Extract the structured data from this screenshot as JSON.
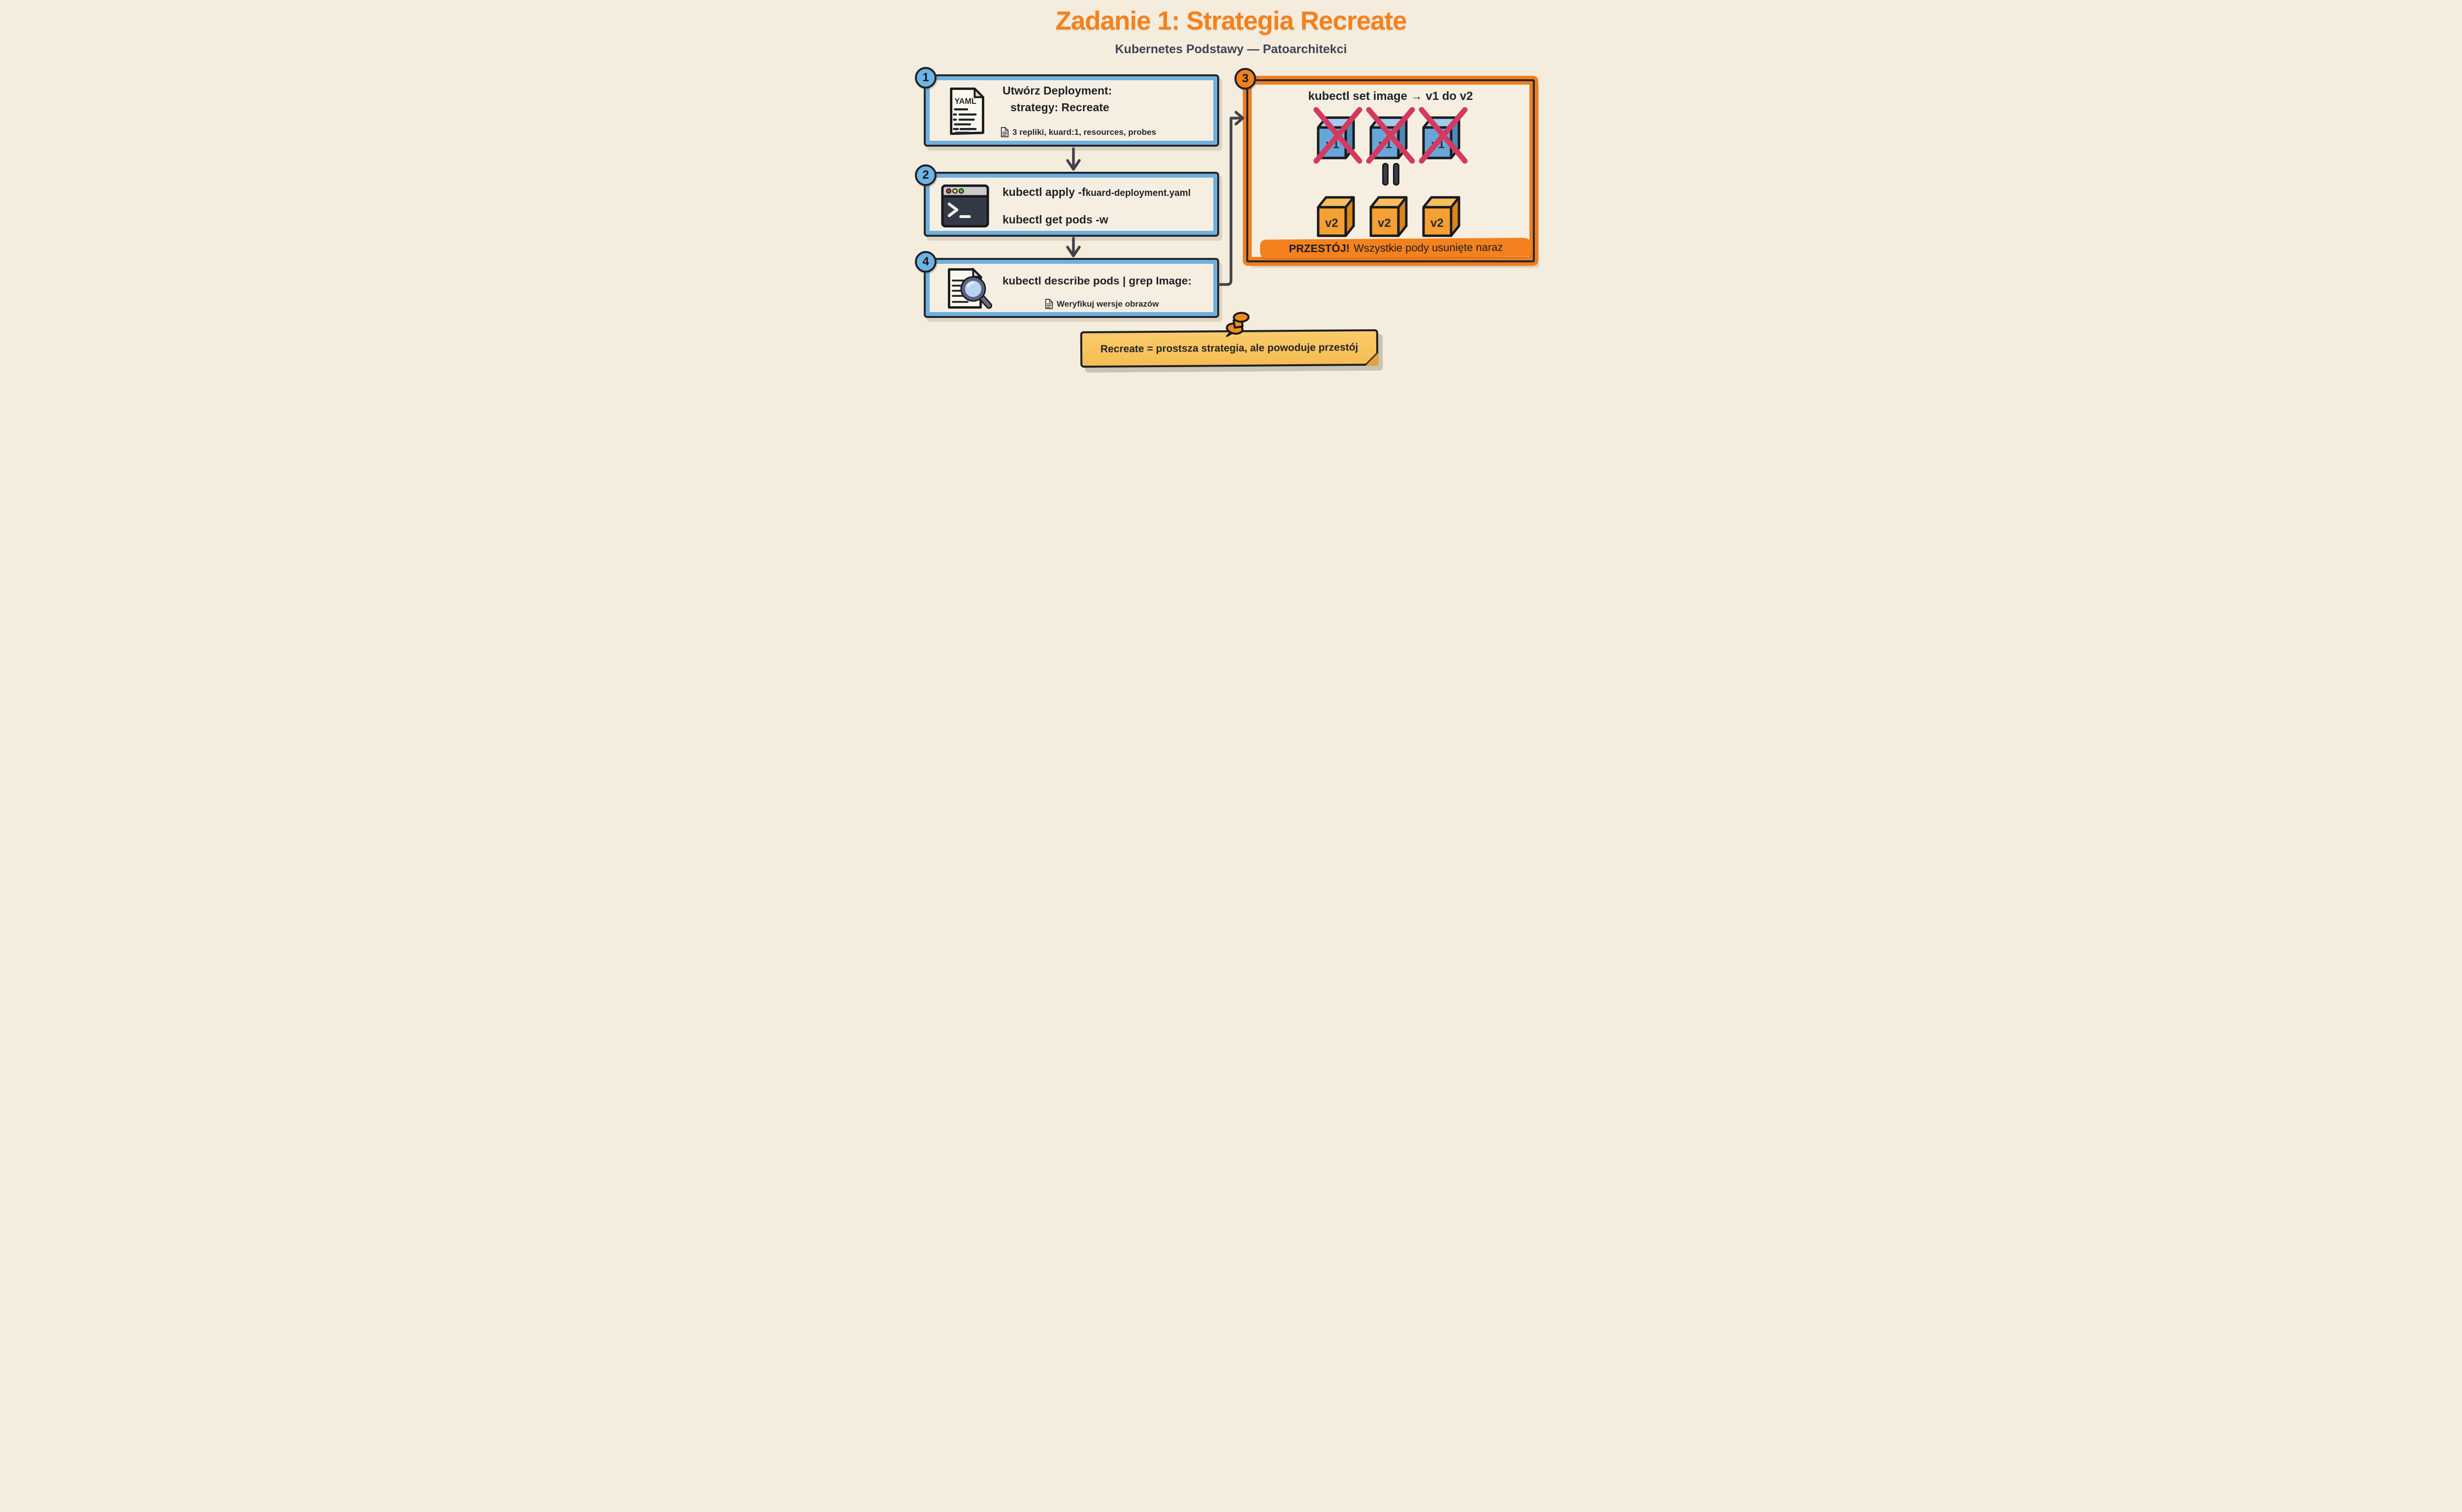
{
  "header": {
    "title": "Zadanie 1: Strategia Recreate",
    "subtitle": "Kubernetes Podstawy — Patoarchitekci"
  },
  "steps": {
    "one": {
      "number": "1",
      "line1": "Utwórz Deployment:",
      "line2": "strategy: Recreate",
      "note": "3 repliki, kuard:1, resources, probes",
      "yaml_icon_label": "YAML"
    },
    "two": {
      "number": "2",
      "cmd1_prefix": "kubectl apply -f ",
      "cmd1_file": "kuard-deployment.yaml",
      "cmd2": "kubectl get pods -w"
    },
    "four": {
      "number": "4",
      "cmd": "kubectl describe pods | grep Image:",
      "note": "Weryfikuj wersje obrazów"
    }
  },
  "panel": {
    "number": "3",
    "title": "kubectl set image → v1 do v2",
    "old_version_label": "v1",
    "new_version_label": "v2",
    "banner_bold": "PRZESTÓJ!",
    "banner_text": "Wszystkie pody usunięte naraz"
  },
  "sticky_note": {
    "text": "Recreate = prostsza strategia, ale powoduje przestój"
  },
  "icons": {
    "yaml_document": "yaml-document-icon",
    "terminal": "terminal-icon",
    "document_search": "document-search-icon",
    "note_document": "note-document-icon",
    "pause": "pause-icon",
    "delete_cross": "delete-cross-icon",
    "pushpin": "pushpin-icon",
    "arrow_down": "arrow-down-icon",
    "flow_connector": "flow-connector-arrow"
  },
  "colors": {
    "background": "#f4ecdd",
    "accent_orange": "#f5811d",
    "panel_border_orange": "#ef7d1f",
    "step_border_blue": "#6fb0dd",
    "outline_dark": "#26262e",
    "cube_v1_blue": "#69a6d8",
    "cube_v2_orange": "#f4a033",
    "cross_red": "#d33a5e",
    "sticky_yellow": "#f8c766",
    "banner_orange": "#f2811e",
    "subtitle_dark": "#3d4355"
  }
}
